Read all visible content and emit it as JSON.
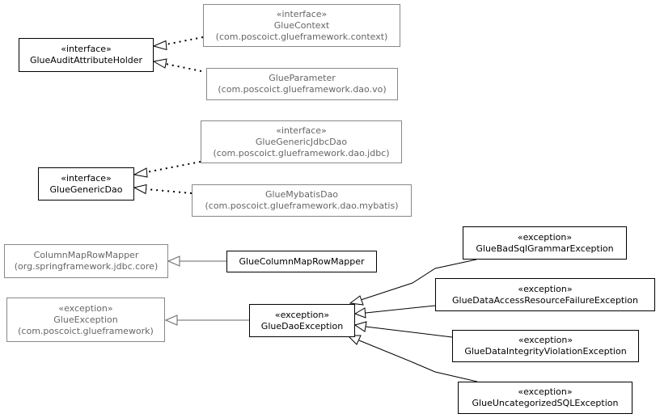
{
  "classes": {
    "glue_context": {
      "stereotype": "«interface»",
      "name": "GlueContext",
      "package": "(com.poscoict.glueframework.context)"
    },
    "glue_audit_attribute_holder": {
      "stereotype": "«interface»",
      "name": "GlueAuditAttributeHolder"
    },
    "glue_parameter": {
      "name": "GlueParameter",
      "package": "(com.poscoict.glueframework.dao.vo)"
    },
    "glue_generic_jdbc_dao": {
      "stereotype": "«interface»",
      "name": "GlueGenericJdbcDao",
      "package": "(com.poscoict.glueframework.dao.jdbc)"
    },
    "glue_generic_dao": {
      "stereotype": "«interface»",
      "name": "GlueGenericDao"
    },
    "glue_mybatis_dao": {
      "name": "GlueMybatisDao",
      "package": "(com.poscoict.glueframework.dao.mybatis)"
    },
    "column_map_row_mapper": {
      "name": "ColumnMapRowMapper",
      "package": "(org.springframework.jdbc.core)"
    },
    "glue_column_map_row_mapper": {
      "name": "GlueColumnMapRowMapper"
    },
    "glue_exception": {
      "stereotype": "«exception»",
      "name": "GlueException",
      "package": "(com.poscoict.glueframework)"
    },
    "glue_dao_exception": {
      "stereotype": "«exception»",
      "name": "GlueDaoException"
    },
    "glue_bad_sql_grammar_exception": {
      "stereotype": "«exception»",
      "name": "GlueBadSqlGrammarException"
    },
    "glue_data_access_resource_failure_exception": {
      "stereotype": "«exception»",
      "name": "GlueDataAccessResourceFailureException"
    },
    "glue_data_integrity_violation_exception": {
      "stereotype": "«exception»",
      "name": "GlueDataIntegrityViolationException"
    },
    "glue_uncategorized_sql_exception": {
      "stereotype": "«exception»",
      "name": "GlueUncategorizedSQLException"
    }
  },
  "relations": [
    {
      "from": "glue_context",
      "to": "glue_audit_attribute_holder",
      "kind": "realization"
    },
    {
      "from": "glue_parameter",
      "to": "glue_audit_attribute_holder",
      "kind": "realization"
    },
    {
      "from": "glue_generic_jdbc_dao",
      "to": "glue_generic_dao",
      "kind": "realization"
    },
    {
      "from": "glue_mybatis_dao",
      "to": "glue_generic_dao",
      "kind": "realization"
    },
    {
      "from": "glue_column_map_row_mapper",
      "to": "column_map_row_mapper",
      "kind": "generalization"
    },
    {
      "from": "glue_dao_exception",
      "to": "glue_exception",
      "kind": "generalization"
    },
    {
      "from": "glue_bad_sql_grammar_exception",
      "to": "glue_dao_exception",
      "kind": "generalization"
    },
    {
      "from": "glue_data_access_resource_failure_exception",
      "to": "glue_dao_exception",
      "kind": "generalization"
    },
    {
      "from": "glue_data_integrity_violation_exception",
      "to": "glue_dao_exception",
      "kind": "generalization"
    },
    {
      "from": "glue_uncategorized_sql_exception",
      "to": "glue_dao_exception",
      "kind": "generalization"
    }
  ]
}
